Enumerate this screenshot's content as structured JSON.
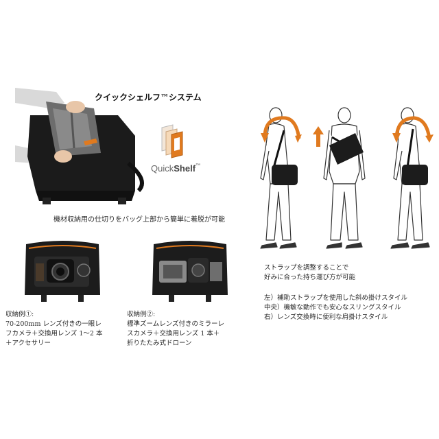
{
  "quickshelf": {
    "title": "クイックシェルフ™システム",
    "logo_text_light": "Quick",
    "logo_text_bold": "Shelf",
    "logo_tm": "™",
    "caption": "機材収納用の仕切りをバッグ上部から簡単に着脱が可能"
  },
  "example1": {
    "lines": [
      "収納例①:",
      "70-200mm レンズ付きの一眼レ",
      "フカメラ＋交換用レンズ 1〜2 本",
      "＋アクセサリー"
    ]
  },
  "example2": {
    "lines": [
      "収納例②:",
      "標準ズームレンズ付きのミラーレ",
      "スカメラ＋交換用レンズ 1 本＋",
      "折りたたみ式ドローン"
    ]
  },
  "strap": {
    "intro": [
      "ストラップを調整することで",
      "好みに合った持ち運び方が可能"
    ],
    "styles": [
      "左）補助ストラップを使用した斜め掛けスタイル",
      "中央）機敏な動作でも安心なスリングスタイル",
      "右）レンズ交換時に便利な肩掛けスタイル"
    ]
  },
  "colors": {
    "accent": "#E07A1F",
    "bag": "#1c1c1c"
  },
  "icons": [
    "quickshelf-logo-icon",
    "arrow-up-icon",
    "shoulder-arrow-icon"
  ]
}
